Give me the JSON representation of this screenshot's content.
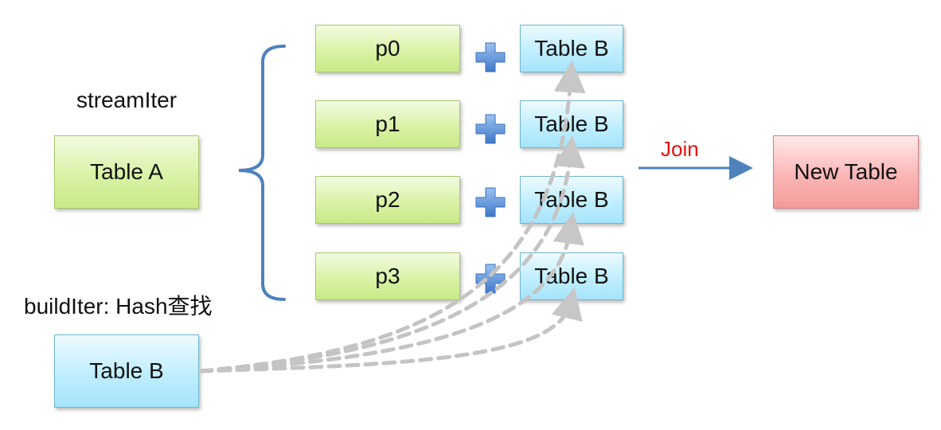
{
  "labels": {
    "stream_iter": "streamIter",
    "build_iter": "buildIter: Hash查找",
    "join": "Join"
  },
  "left": {
    "table_a": "Table A",
    "table_b": "Table B"
  },
  "partitions": [
    {
      "label": "p0",
      "table": "Table B"
    },
    {
      "label": "p1",
      "table": "Table B"
    },
    {
      "label": "p2",
      "table": "Table B"
    },
    {
      "label": "p3",
      "table": "Table B"
    }
  ],
  "result": "New Table",
  "colors": {
    "brace": "#4f81bd",
    "arrow": "#4f81bd",
    "dashed": "#bfbfbf",
    "join_text": "#e8120c",
    "plus": "#5b8fd6"
  }
}
